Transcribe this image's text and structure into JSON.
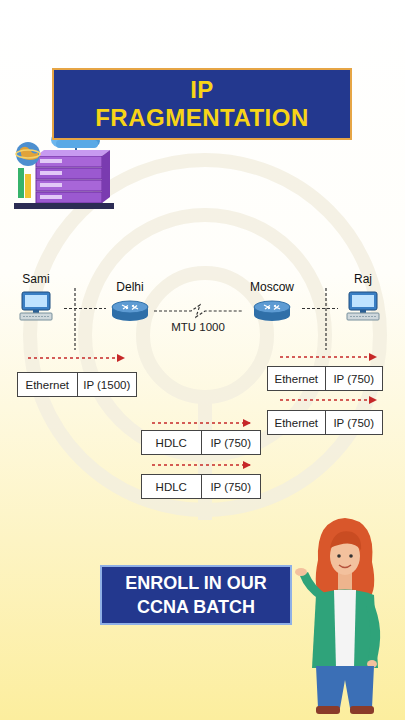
{
  "diagram": {
    "title": "IP FRAGMENTATION",
    "nodes": [
      {
        "text": [
          "Sami"
        ]
      },
      {
        "text": [
          "Delhi"
        ]
      },
      {
        "text": [
          "Moscow"
        ]
      },
      {
        "text": [
          "Raj"
        ]
      },
      {
        "text": [
          "Ethernet",
          "IP (1500)"
        ]
      },
      {
        "text": [
          "Ethernet",
          "IP (750)"
        ]
      },
      {
        "text": [
          "Ethernet",
          "IP (750)"
        ]
      },
      {
        "text": [
          "HDLC",
          "IP (750)"
        ]
      },
      {
        "text": [
          "HDLC",
          "IP (750)"
        ]
      },
      {
        "text": [
          "ENROLL IN OUR CCNA BATCH"
        ]
      }
    ],
    "edges": [
      {
        "from": 0,
        "to": 1,
        "arrow": "none"
      },
      {
        "from": 1,
        "to": 2,
        "label": "MTU 1000",
        "arrow": "none"
      },
      {
        "from": 2,
        "to": 3,
        "arrow": "none"
      }
    ]
  }
}
